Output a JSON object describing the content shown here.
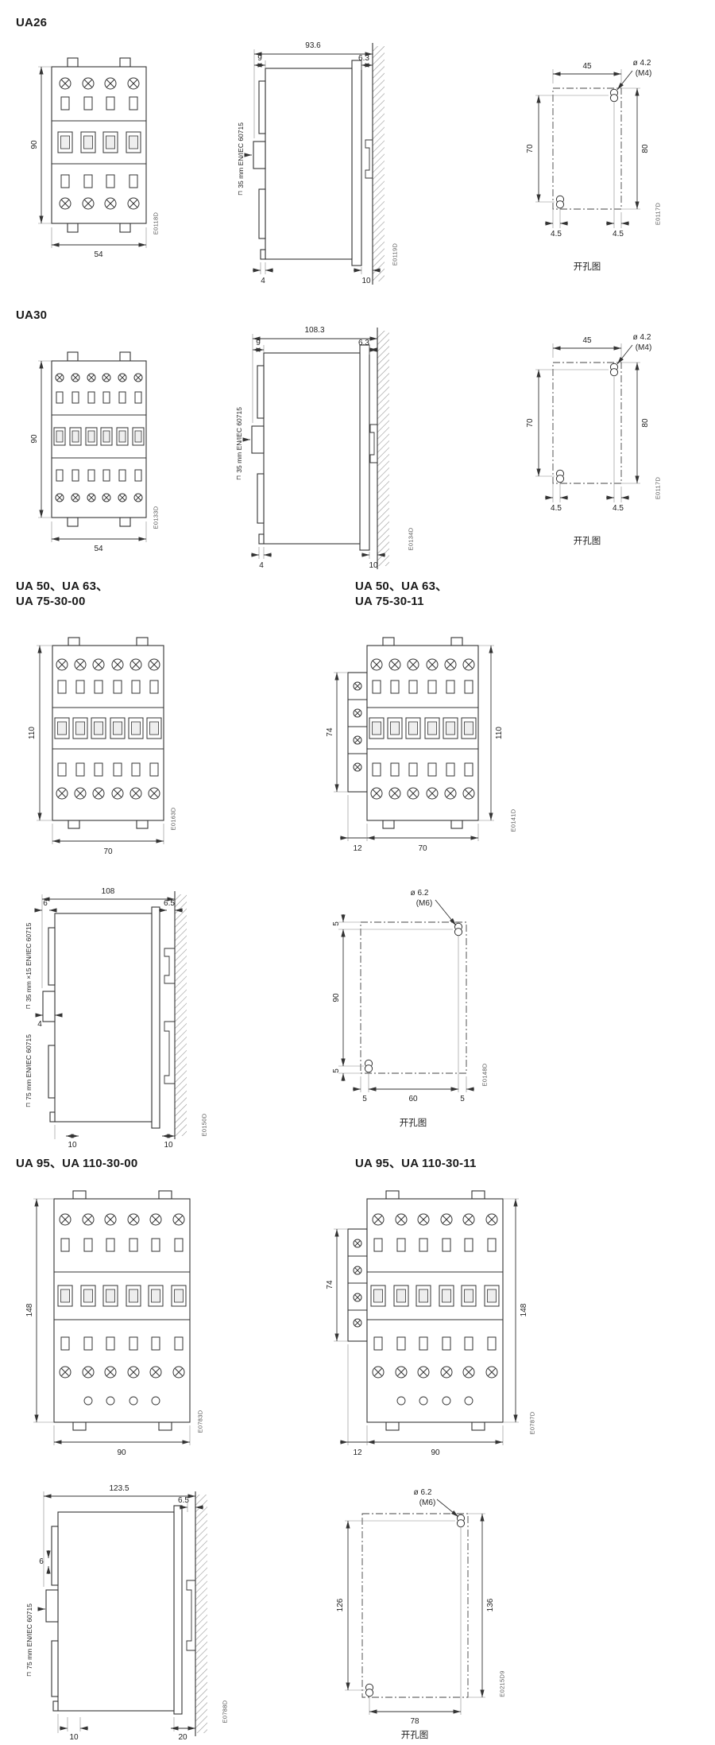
{
  "captions": {
    "hole_diagram": "开孔图"
  },
  "defs": {
    "rail_symbol": "⊓"
  },
  "ua26": {
    "title": "UA26",
    "front": {
      "height": "90",
      "width": "54",
      "code": "E0118D"
    },
    "side": {
      "total": "93.6",
      "front_offset": "9",
      "wall_gap": "6.3",
      "rail": "35 mm EN/IEC 60715",
      "bottom_front": "4",
      "bottom_wall": "10",
      "code": "E0119D"
    },
    "drill": {
      "width": "45",
      "hole_dia": "ø 4.2",
      "hole_thread": "(M4)",
      "hole_span": "70",
      "height": "80",
      "inset_left": "4.5",
      "inset_right": "4.5",
      "code": "E0117D"
    }
  },
  "ua30": {
    "title": "UA30",
    "front": {
      "height": "90",
      "width": "54",
      "code": "E0133D"
    },
    "side": {
      "total": "108.3",
      "front_offset": "9",
      "wall_gap": "6.3",
      "rail": "35 mm EN/IEC 60715",
      "bottom_front": "4",
      "bottom_wall": "10",
      "code": "E0134D"
    },
    "drill": {
      "width": "45",
      "hole_dia": "ø 4.2",
      "hole_thread": "(M4)",
      "hole_span": "70",
      "height": "80",
      "inset_left": "4.5",
      "inset_right": "4.5",
      "code": "E0117D"
    }
  },
  "ua50": {
    "title_00_line1": "UA 50、UA 63、",
    "title_00_line2": "UA 75-30-00",
    "title_11_line1": "UA 50、UA 63、",
    "title_11_line2": "UA 75-30-11",
    "front_00": {
      "height": "110",
      "width": "70",
      "code": "E0163D"
    },
    "front_11": {
      "aux_height": "74",
      "height": "110",
      "aux_width": "12",
      "width": "70",
      "code": "E0141D"
    },
    "side": {
      "total": "108",
      "front_offset": "6",
      "wall_gap": "6.5",
      "rail_35": "35 mm ×15 EN/IEC 60715",
      "rail_75": "75 mm EN/IEC 60715",
      "clip_depth": "4",
      "bottom_front": "10",
      "bottom_wall": "10",
      "code": "E0150D"
    },
    "drill": {
      "hole_dia": "ø 6.2",
      "hole_thread": "(M6)",
      "inset_top": "5",
      "hole_span_v": "90",
      "inset_bottom": "5",
      "inset_left": "5",
      "hole_span_h": "60",
      "inset_right": "5",
      "code": "E0148D"
    }
  },
  "ua95": {
    "title_00": "UA 95、UA 110-30-00",
    "title_11": "UA 95、UA 110-30-11",
    "front_00": {
      "height": "148",
      "width": "90",
      "code": "E0783D"
    },
    "front_11": {
      "aux_height": "74",
      "height": "148",
      "aux_width": "12",
      "width": "90",
      "code": "E0787D"
    },
    "side": {
      "total": "123.5",
      "wall_gap": "6.5",
      "front_step": "6",
      "rail_75": "75 mm EN/IEC 60715",
      "bottom_front": "10",
      "bottom_wall": "20",
      "code": "E0788D"
    },
    "drill": {
      "hole_dia": "ø 6.2",
      "hole_thread": "(M6)",
      "hole_span_v": "126",
      "height": "136",
      "hole_span_h": "78",
      "code": "E0215D9"
    }
  }
}
